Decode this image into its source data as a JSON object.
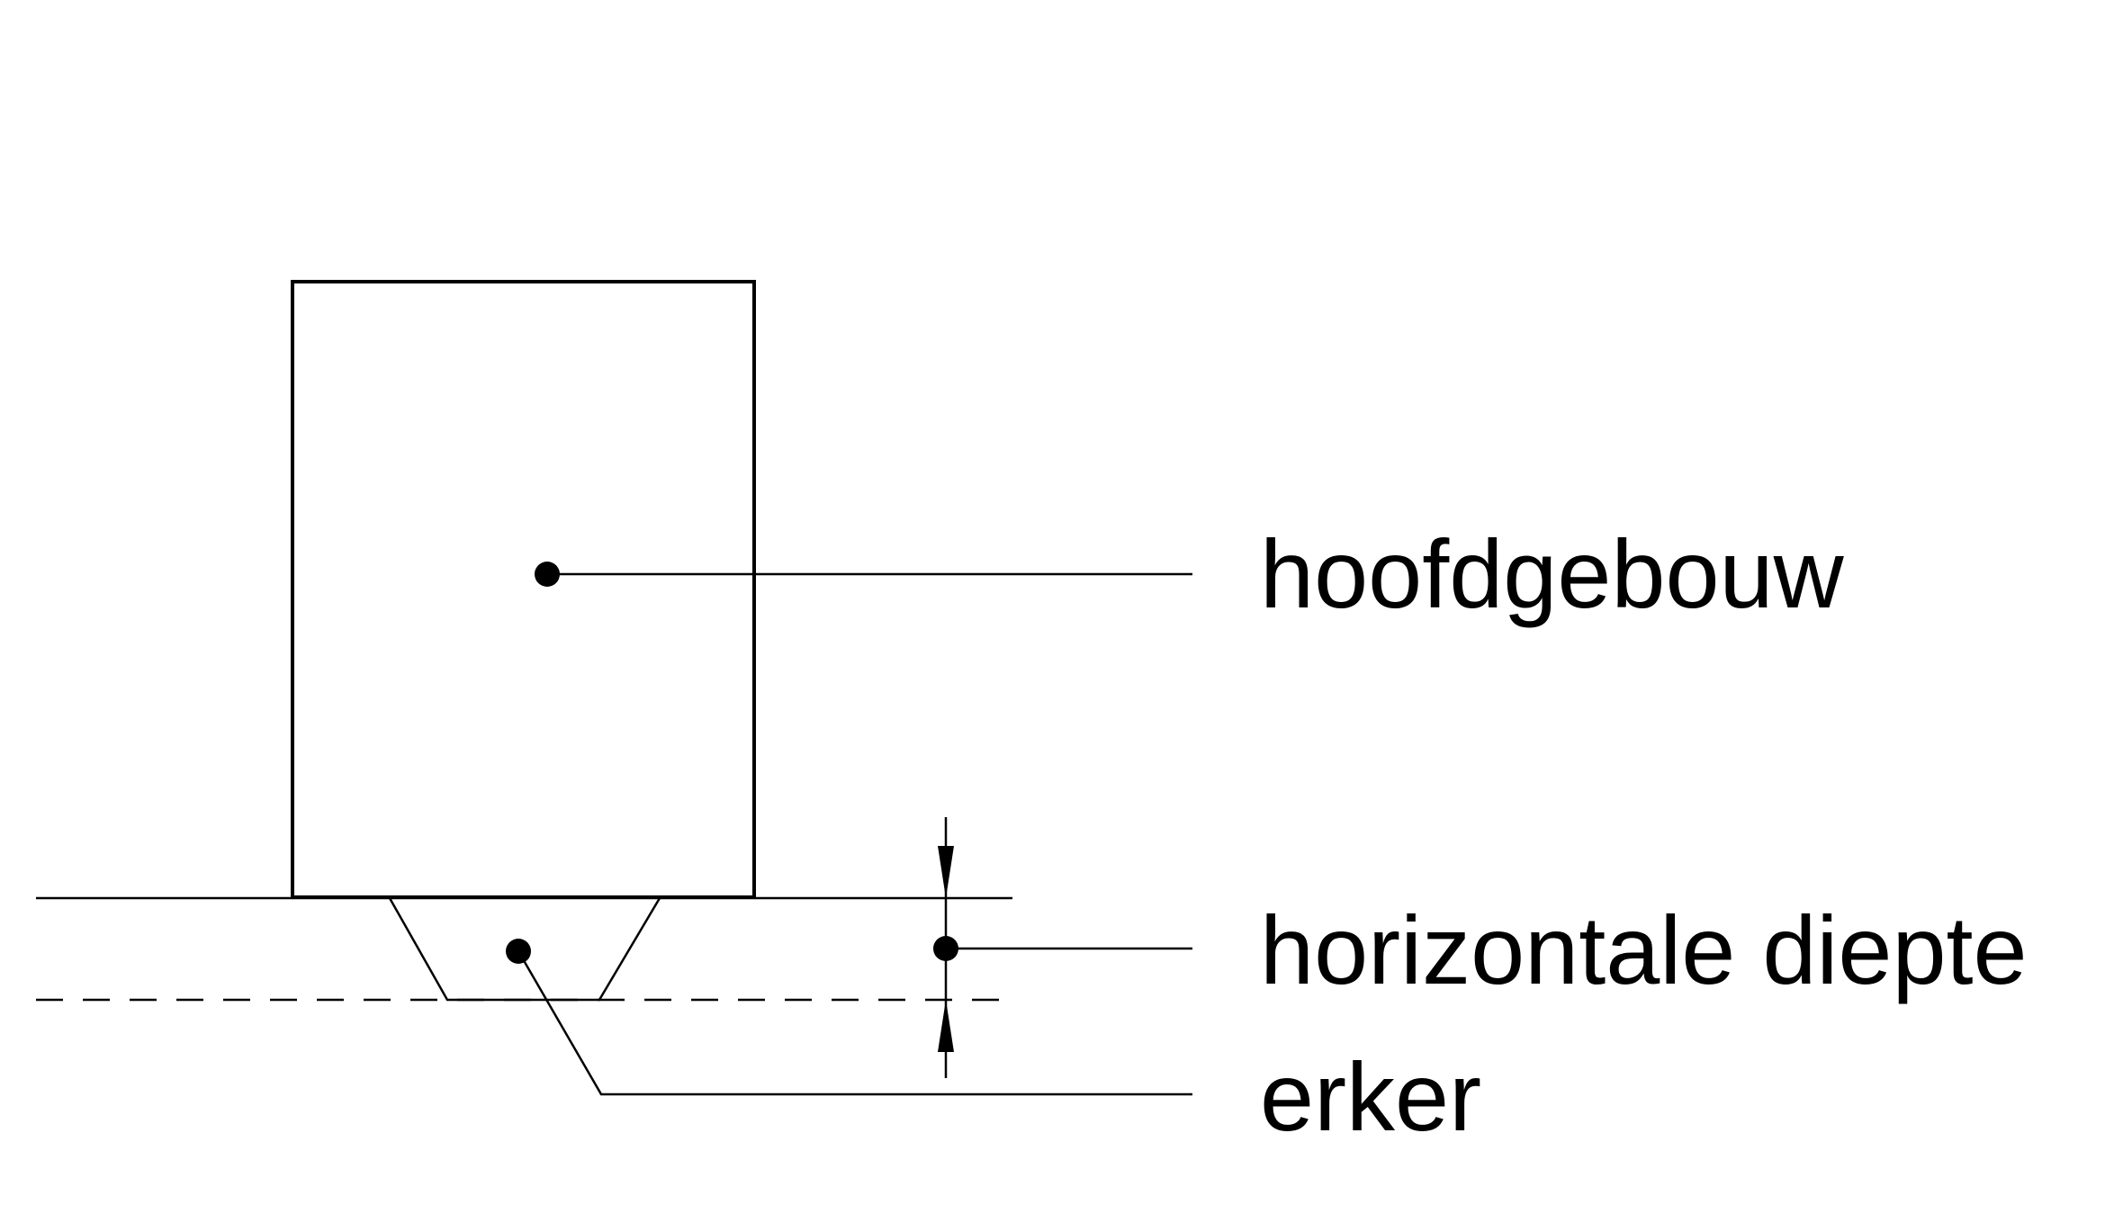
{
  "labels": {
    "main_building": "hoofdgebouw",
    "horizontal_depth": "horizontale diepte",
    "bay_window": "erker"
  },
  "colors": {
    "line": "#000000",
    "background": "#ffffff"
  }
}
